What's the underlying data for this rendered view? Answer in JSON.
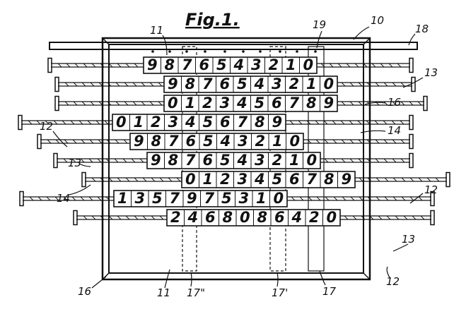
{
  "figure_label": "Fig.1.",
  "rows": [
    {
      "digits": [
        "9",
        "8",
        "7",
        "6",
        "5",
        "4",
        "3",
        "2",
        "1",
        "0"
      ]
    },
    {
      "digits": [
        "9",
        "8",
        "7",
        "6",
        "5",
        "4",
        "3",
        "2",
        "1",
        "0"
      ]
    },
    {
      "digits": [
        "0",
        "1",
        "2",
        "3",
        "4",
        "5",
        "6",
        "7",
        "8",
        "9"
      ]
    },
    {
      "digits": [
        "0",
        "1",
        "2",
        "3",
        "4",
        "5",
        "6",
        "7",
        "8",
        "9"
      ]
    },
    {
      "digits": [
        "9",
        "8",
        "7",
        "6",
        "5",
        "4",
        "3",
        "2",
        "1",
        "0"
      ]
    },
    {
      "digits": [
        "9",
        "8",
        "7",
        "6",
        "5",
        "4",
        "3",
        "2",
        "1",
        "0"
      ]
    },
    {
      "digits": [
        "0",
        "1",
        "2",
        "3",
        "4",
        "5",
        "6",
        "7",
        "8",
        "9"
      ]
    },
    {
      "digits": [
        "1",
        "3",
        "5",
        "7",
        "9",
        "7",
        "5",
        "3",
        "1",
        "0"
      ]
    },
    {
      "digits": [
        "2",
        "4",
        "6",
        "8",
        "0",
        "8",
        "6",
        "4",
        "2",
        "0"
      ]
    }
  ],
  "reference_numerals": [
    "10",
    "11",
    "12",
    "13",
    "14",
    "16",
    "17",
    "17'",
    "17\"",
    "18",
    "19"
  ]
}
